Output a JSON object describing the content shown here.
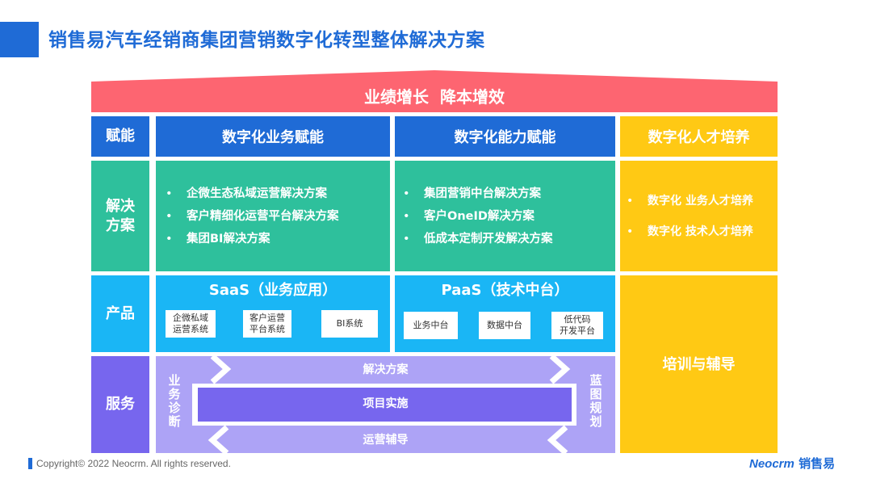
{
  "header": {
    "title": "销售易汽车经销商集团营销数字化转型整体解决方案"
  },
  "roof": {
    "label": "业绩增长  降本增效",
    "color": "#fd6571"
  },
  "rows": {
    "empower": {
      "label": "赋能",
      "columns": [
        "数字化业务赋能",
        "数字化能力赋能",
        "数字化人才培养"
      ]
    },
    "solutions": {
      "label": "解决方案",
      "business": [
        "企微生态私域运营解决方案",
        "客户精细化运营平台解决方案",
        "集团BI解决方案"
      ],
      "capability": [
        "集团营销中台解决方案",
        "客户OneID解决方案",
        "低成本定制开发解决方案"
      ],
      "talent": [
        "数字化 业务人才培养",
        "数字化 技术人才培养"
      ],
      "bullet": "•"
    },
    "products": {
      "label": "产品",
      "saas": {
        "title": "SaaS（业务应用）",
        "items": [
          "企微私域\n运营系统",
          "客户运营\n平台系统",
          "BI系统"
        ]
      },
      "paas": {
        "title": "PaaS（技术中台）",
        "items": [
          "业务中台",
          "数据中台",
          "低代码\n开发平台"
        ]
      }
    },
    "services": {
      "label": "服务",
      "left_vertical": "业务诊断",
      "right_vertical": "蓝图规划",
      "top": "解决方案",
      "middle": "项目实施",
      "bottom": "运营辅导"
    },
    "training": {
      "label": "培训与辅导"
    }
  },
  "colors": {
    "blue": "#1f6bd6",
    "green": "#2ec09c",
    "sky": "#1ab6f5",
    "purple": "#7766ee",
    "lavender": "#ada3f6",
    "yellow": "#ffc914",
    "red": "#fd6571"
  },
  "footer": {
    "copyright": "Copyright© 2022 Neocrm. All rights reserved.",
    "logo_en": "Neocrm",
    "logo_cn": "销售易"
  }
}
